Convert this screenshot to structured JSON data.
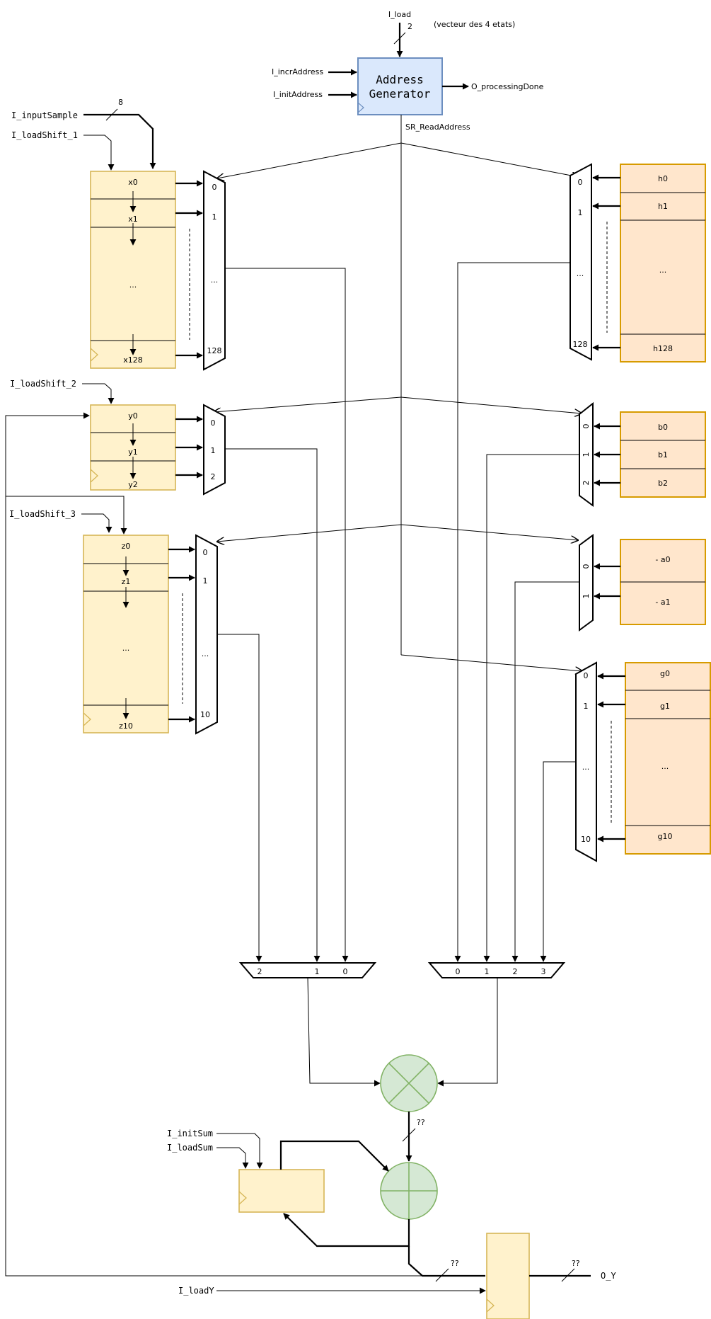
{
  "address_generator": {
    "title_line1": "Address",
    "title_line2": "Generator",
    "output": "O_processingDone",
    "read_address": "SR_ReadAddress",
    "inputs": {
      "load": "I_load",
      "load_width": "2",
      "incr": "I_incrAddress",
      "init": "I_initAddress"
    },
    "note": "(vecteur des 4 etats)"
  },
  "inputs": {
    "input_sample": "I_inputSample",
    "input_sample_width": "8",
    "load_shift_1": "I_loadShift_1",
    "load_shift_2": "I_loadShift_2",
    "load_shift_3": "I_loadShift_3",
    "init_sum": "I_initSum",
    "load_sum": "I_loadSum",
    "load_y": "I_loadY"
  },
  "output": {
    "name": "O_Y",
    "width": "??"
  },
  "bus_widths": {
    "product": "??",
    "sum": "??"
  },
  "shift_x": {
    "cells": [
      "x0",
      "x1",
      "...",
      "x128"
    ]
  },
  "shift_y": {
    "cells": [
      "y0",
      "y1",
      "y2"
    ]
  },
  "shift_z": {
    "cells": [
      "z0",
      "z1",
      "...",
      "z10"
    ]
  },
  "coef_h": {
    "cells": [
      "h0",
      "h1",
      "...",
      "h128"
    ]
  },
  "coef_b": {
    "cells": [
      "b0",
      "b1",
      "b2"
    ]
  },
  "coef_a": {
    "cells": [
      "- a0",
      "- a1"
    ]
  },
  "coef_g": {
    "cells": [
      "g0",
      "g1",
      "...",
      "g10"
    ]
  },
  "mux_x": {
    "ports": [
      "0",
      "1",
      "...",
      "128"
    ]
  },
  "mux_y": {
    "ports": [
      "0",
      "1",
      "2"
    ]
  },
  "mux_z": {
    "ports": [
      "0",
      "1",
      "...",
      "10"
    ]
  },
  "mux_h": {
    "ports": [
      "0",
      "1",
      "...",
      "128"
    ]
  },
  "mux_b": {
    "ports": [
      "0",
      "1",
      "2"
    ]
  },
  "mux_a": {
    "ports": [
      "0",
      "1"
    ]
  },
  "mux_g": {
    "ports": [
      "0",
      "1",
      "...",
      "10"
    ]
  },
  "mux_left": {
    "ports": [
      "2",
      "1",
      "0"
    ]
  },
  "mux_right": {
    "ports": [
      "0",
      "1",
      "2",
      "3"
    ]
  },
  "colors": {
    "register_fill": "#fff2cc",
    "register_stroke": "#d6b656",
    "coef_fill": "#ffe6cc",
    "coef_stroke": "#d79b00",
    "operator_fill": "#d5e8d4",
    "operator_stroke": "#82b366",
    "address_fill": "#dae8fc",
    "address_stroke": "#6c8ebf"
  }
}
